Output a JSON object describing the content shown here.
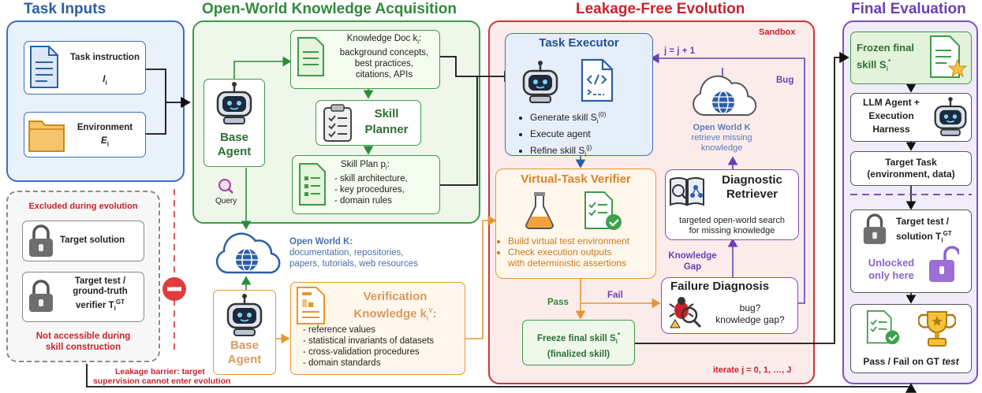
{
  "colors": {
    "inputs": "#2b5fa8",
    "acquisition": "#2e8b3a",
    "evolution": "#c8232c",
    "evaluation": "#6a3fb5",
    "orange": "#e8952e",
    "gray": "#666666"
  },
  "headers": {
    "inputs": "Task Inputs",
    "acquisition": "Open-World Knowledge Acquisition",
    "evolution": "Leakage-Free Evolution",
    "evaluation": "Final Evaluation"
  },
  "inputs": {
    "instruction_title": "Task instruction",
    "instruction_sym": "I",
    "instruction_sub": "i",
    "environment_title": "Environment",
    "environment_sym": "E",
    "environment_sub": "i"
  },
  "excluded": {
    "title": "Excluded during evolution",
    "target_solution": "Target solution",
    "target_test_l1": "Target test /",
    "target_test_l2": "ground-truth",
    "target_test_l3": "verifier T",
    "target_test_sub": "i",
    "target_test_sup": "GT",
    "note_l1": "Not accessible during",
    "note_l2": "skill construction",
    "barrier_l1": "Leakage barrier: target",
    "barrier_l2": "supervision cannot enter evolution"
  },
  "acquisition": {
    "base_agent_l1": "Base",
    "base_agent_l2": "Agent",
    "query": "Query",
    "knowledge_doc_l1": "Knowledge Doc k",
    "knowledge_doc_sub": "i",
    "knowledge_doc_l2": "background concepts,",
    "knowledge_doc_l3": "best practices,",
    "knowledge_doc_l4": "citations, APIs",
    "skill_planner_l1": "Skill",
    "skill_planner_l2": "Planner",
    "skill_plan_l1": "Skill Plan p",
    "skill_plan_sub": "i",
    "skill_plan_l2": "- skill architecture,",
    "skill_plan_l3": "- key procedures,",
    "skill_plan_l4": "- domain rules",
    "open_world_title": "Open World K:",
    "open_world_l2": "documentation, repositories,",
    "open_world_l3": "papers, tutorials, web resources",
    "base_agent2_l1": "Base",
    "base_agent2_l2": "Agent",
    "verif_title_l1": "Verification",
    "verif_title_l2": "Knowledge k",
    "verif_sub": "i",
    "verif_sup": "V",
    "verif_items": [
      "- reference values",
      "- statistical invariants of datasets",
      "- cross-validation procedures",
      "- domain standards"
    ]
  },
  "evolution": {
    "sandbox": "Sandbox",
    "executor_title": "Task Executor",
    "exec_items": [
      "Generate skill S",
      "Execute agent",
      "Refine skill S"
    ],
    "exec_sub": "i",
    "exec_sup0": "(0)",
    "exec_supj": "(j)",
    "loop_label": "j = j + 1",
    "bug_label": "Bug",
    "open_world_l1": "Open World K",
    "open_world_l2": "retrieve missing",
    "open_world_l3": "knowledge",
    "verifier_title": "Virtual-Task Verifier",
    "verifier_items": [
      "Build virtual test environment",
      "Check execution outputs",
      "with deterministic assertions"
    ],
    "retriever_l1": "Diagnostic",
    "retriever_l2": "Retriever",
    "retriever_desc_l1": "targeted open-world search",
    "retriever_desc_l2": "for missing knowledge",
    "knowledge_gap_l1": "Knowledge",
    "knowledge_gap_l2": "Gap",
    "pass": "Pass",
    "fail": "Fail",
    "failure_title": "Failure Diagnosis",
    "failure_l1": "bug?",
    "failure_l2": "knowledge gap?",
    "freeze_l1": "Freeze final skill S",
    "freeze_sub": "i",
    "freeze_sup": "*",
    "freeze_l2": "(finalized skill)",
    "iterate": "iterate j = 0, 1, …, J"
  },
  "evaluation": {
    "frozen_l1": "Frozen final",
    "frozen_l2": "skill S",
    "frozen_sub": "i",
    "frozen_sup": "*",
    "harness_l1": "LLM Agent +",
    "harness_l2": "Execution",
    "harness_l3": "Harness",
    "target_task_l1": "Target Task",
    "target_task_l2": "(environment, data)",
    "target_test_l1": "Target test /",
    "target_test_l2": "solution T",
    "target_test_sub": "i",
    "target_test_sup": "GT",
    "unlocked_l1": "Unlocked",
    "unlocked_l2": "only here",
    "result_prefix": "Pass / Fail on GT ",
    "result_test": "test"
  }
}
